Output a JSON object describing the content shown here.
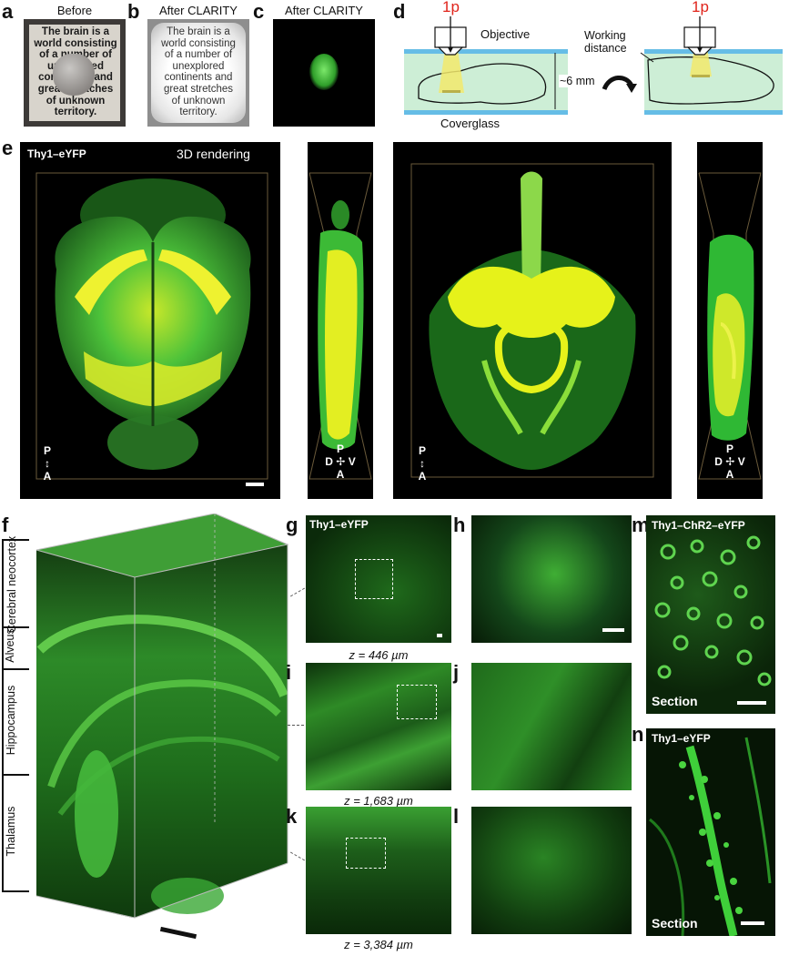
{
  "panels": {
    "a": {
      "letter": "a",
      "title": "Before"
    },
    "b": {
      "letter": "b",
      "title": "After CLARITY"
    },
    "c": {
      "letter": "c",
      "title": "After CLARITY"
    },
    "d": {
      "letter": "d",
      "laser_left": "1p",
      "laser_right": "1p",
      "objective": "Objective",
      "working_distance": "Working\ndistance",
      "depth": "~6 mm",
      "coverglass": "Coverglass"
    },
    "e": {
      "letter": "e",
      "label": "Thy1–eYFP",
      "rendering": "3D rendering",
      "axis_P": "P",
      "axis_A": "A",
      "axis_D": "D",
      "axis_V": "V"
    },
    "f": {
      "letter": "f",
      "regions": [
        "Cerebral neocortex",
        "Alveus",
        "Hippocampus",
        "Thalamus"
      ]
    },
    "g": {
      "letter": "g",
      "label": "Thy1–eYFP",
      "z": "z = 446 µm"
    },
    "h": {
      "letter": "h"
    },
    "i": {
      "letter": "i",
      "z": "z = 1,683 µm"
    },
    "j": {
      "letter": "j"
    },
    "k": {
      "letter": "k",
      "z": "z = 3,384 µm"
    },
    "l": {
      "letter": "l"
    },
    "m": {
      "letter": "m",
      "label": "Thy1–ChR2–eYFP",
      "section": "Section"
    },
    "n": {
      "letter": "n",
      "label": "Thy1–eYFP",
      "section": "Section"
    }
  },
  "page_text": "The brain is a world consisting of a number of unexplored continents and great stretches of unknown territory.",
  "page_lines": [
    "The brain is a",
    "world consisting",
    "of a number of",
    "unexplored",
    "continents and",
    "great stretches",
    "of unknown",
    "territory."
  ],
  "colors": {
    "signal_green": "#2fc43a",
    "signal_yellow": "#e6f21a",
    "laser_red": "#e0241b",
    "background": "#000000"
  }
}
